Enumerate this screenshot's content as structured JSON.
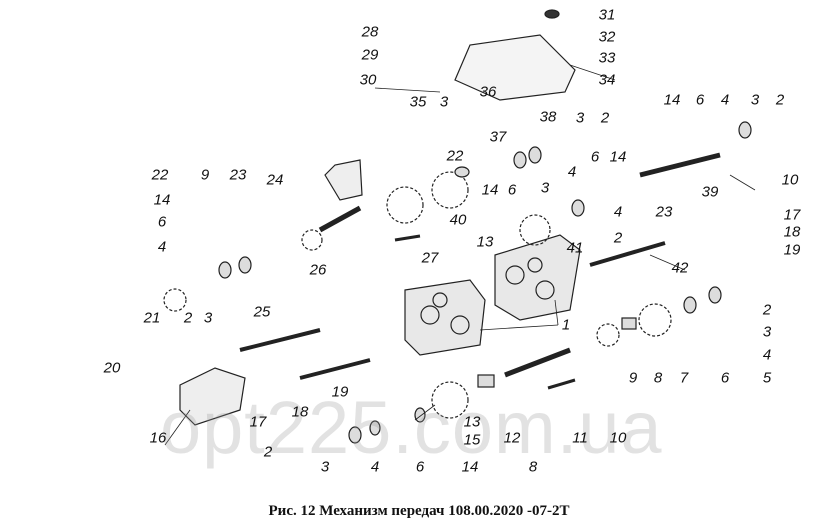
{
  "caption": "Рис. 12 Механизм передач 108.00.2020 -07-2Т",
  "watermark": "opt225.com.ua",
  "part_labels": [
    "31",
    "32",
    "33",
    "34",
    "28",
    "29",
    "30",
    "36",
    "35",
    "3",
    "38",
    "37",
    "14",
    "6",
    "4",
    "3",
    "2",
    "3",
    "2",
    "22",
    "6",
    "14",
    "4",
    "14",
    "6",
    "39",
    "10",
    "40",
    "3",
    "23",
    "4",
    "24",
    "22",
    "9",
    "23",
    "13",
    "2",
    "41",
    "17",
    "18",
    "19",
    "14",
    "6",
    "4",
    "26",
    "27",
    "42",
    "21",
    "2",
    "3",
    "25",
    "1",
    "2",
    "3",
    "4",
    "5",
    "9",
    "8",
    "7",
    "6",
    "20",
    "19",
    "18",
    "17",
    "16",
    "13",
    "15",
    "12",
    "11",
    "10",
    "2",
    "3",
    "4",
    "6",
    "14",
    "8"
  ]
}
